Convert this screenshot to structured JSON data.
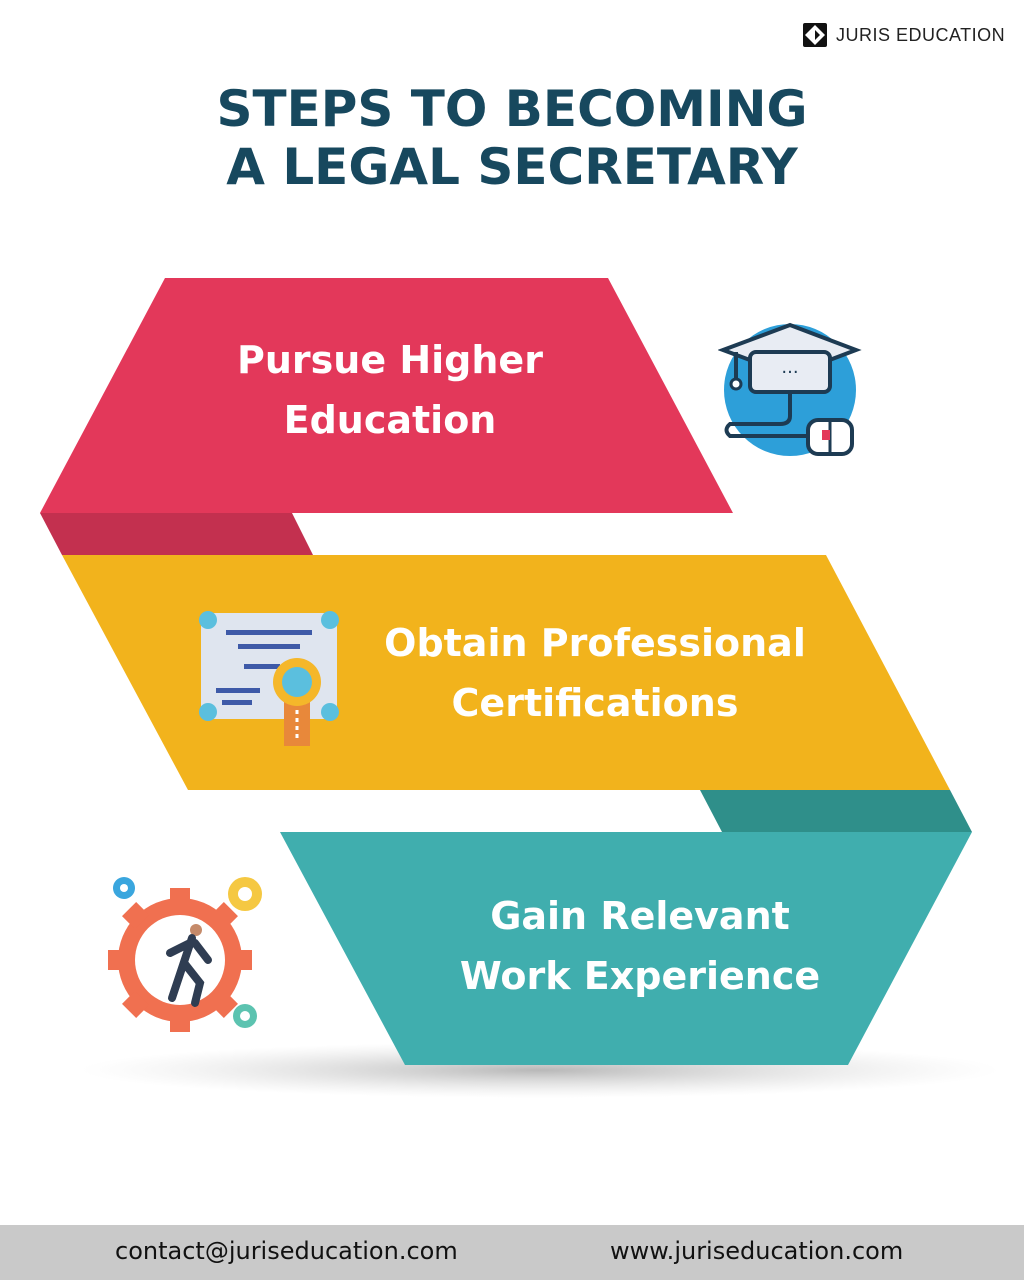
{
  "brand": {
    "name": "JURIS EDUCATION"
  },
  "title": {
    "line1": "STEPS TO BECOMING",
    "line2": "A LEGAL SECRETARY"
  },
  "steps": [
    {
      "line1": "Pursue Higher",
      "line2": "Education",
      "color": "#e3385a",
      "icon": "graduation-cap-computer-icon"
    },
    {
      "line1": "Obtain Professional",
      "line2": "Certifications",
      "color": "#f2b31c",
      "icon": "certificate-icon"
    },
    {
      "line1": "Gain Relevant",
      "line2": "Work Experience",
      "color": "#40aeae",
      "icon": "gear-runner-icon"
    }
  ],
  "footer": {
    "email": "contact@juriseducation.com",
    "website": "www.juriseducation.com"
  }
}
